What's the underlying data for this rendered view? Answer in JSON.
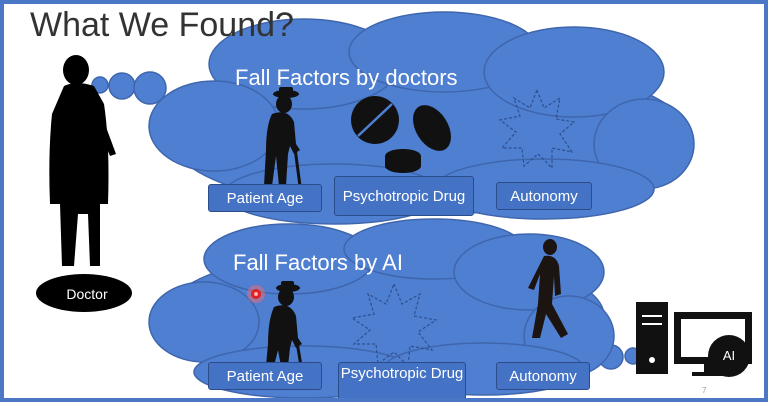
{
  "title": "What We Found?",
  "clouds": [
    {
      "title": "Fall Factors by doctors",
      "factors": [
        "Patient Age",
        "Psychotropic Drug",
        "Autonomy"
      ]
    },
    {
      "title": "Fall Factors by AI",
      "factors": [
        "Patient Age",
        "Psychotropic Drug",
        "Autonomy"
      ]
    }
  ],
  "doctor_label": "Doctor",
  "ai_label": "AI",
  "page_number": "7",
  "colors": {
    "cloud": "#4f7fd1",
    "cloud_outline": "#3f66ad",
    "factor_box": "#4472c4",
    "border": "#4a78c7",
    "highlight": "#e02020"
  }
}
